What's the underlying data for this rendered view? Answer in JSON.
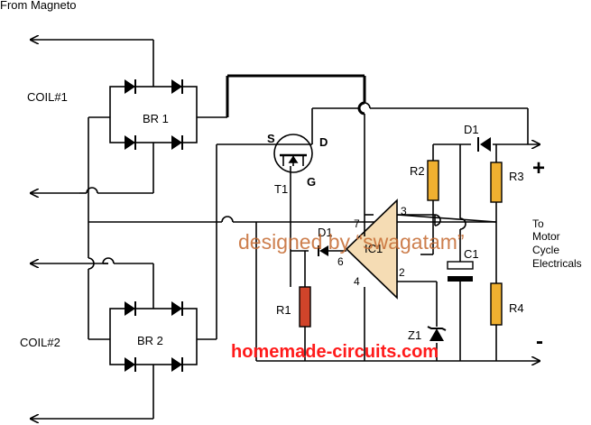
{
  "labels": {
    "from_magneto": "From Magneto",
    "coil1": "COIL#1",
    "coil2": "COIL#2",
    "br1": "BR 1",
    "br2": "BR 2",
    "t1": "T1",
    "s": "S",
    "d": "D",
    "g": "G",
    "d1_left": "D1",
    "d1_right": "D1",
    "r1": "R1",
    "r2": "R2",
    "r3": "R3",
    "r4": "R4",
    "c1": "C1",
    "z1": "Z1",
    "ic": "IC1",
    "pin7": "7",
    "pin3": "3",
    "pin6": "6",
    "pin2": "2",
    "pin4": "4",
    "plus": "+",
    "minus": "-",
    "to": "To",
    "motor": "Motor",
    "cycle": "Cycle",
    "electricals": "Electricals",
    "watermark": "designed by “swagatam”",
    "website": "homemade-circuits.com"
  },
  "colors": {
    "wire": "#000000",
    "resistor_amber": "#f0b030",
    "resistor_red": "#d0442a",
    "opamp_fill": "#f5dcb4",
    "watermark": "#c4692f",
    "website": "#ff1a1a"
  }
}
